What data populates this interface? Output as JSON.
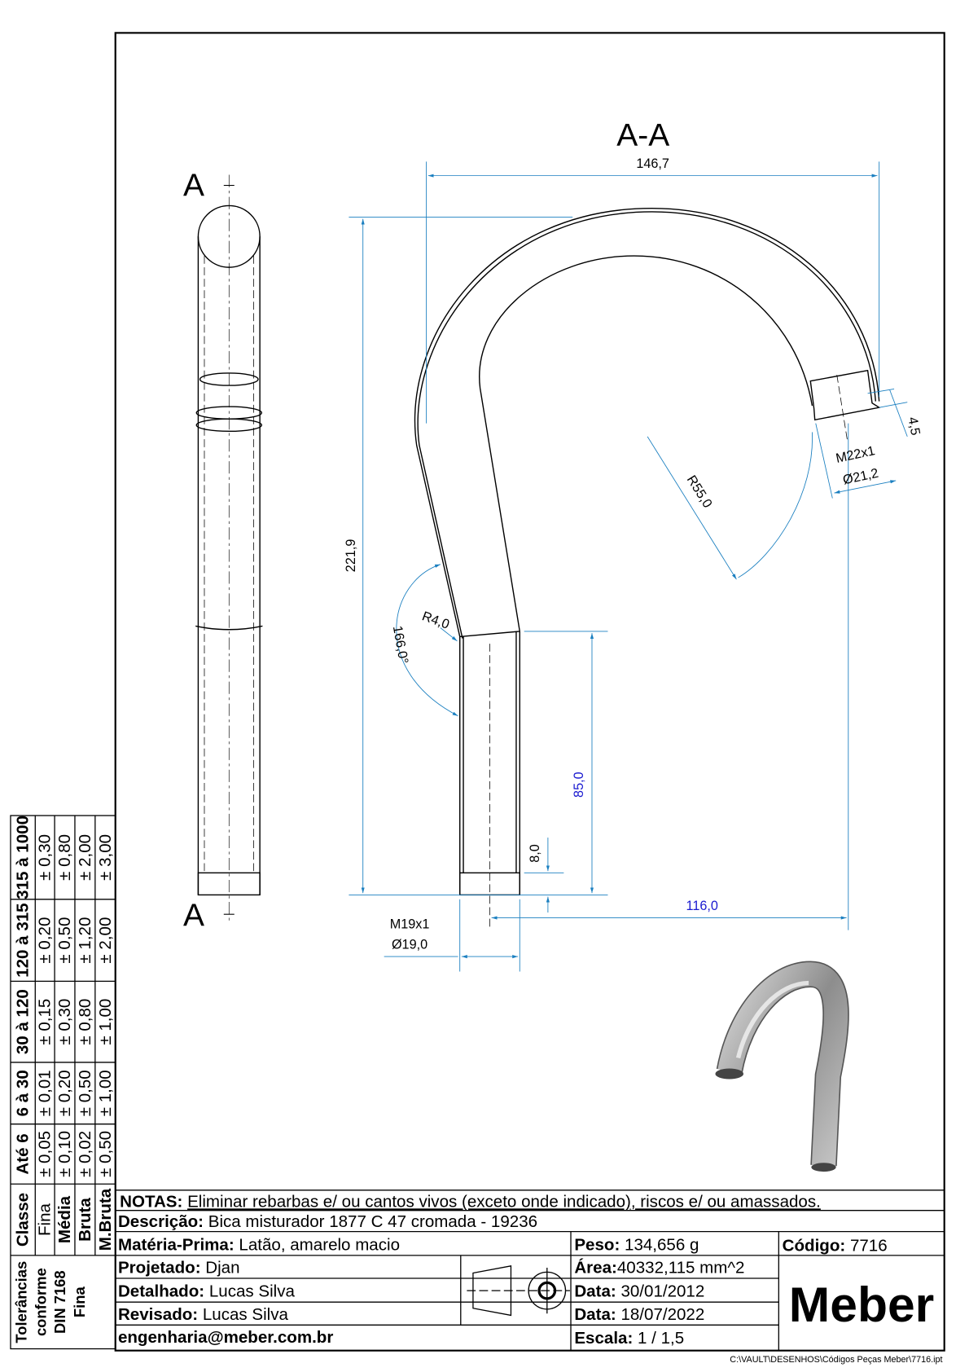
{
  "section_label": "A-A",
  "cut_marker": "A",
  "dimensions": {
    "width_total": "146,7",
    "height_total": "221,9",
    "straight_length": "85,0",
    "thread_length_bottom": "8,0",
    "offset": "116,0",
    "bottom_thread": "M19x1",
    "bottom_diameter": "Ø19,0",
    "top_thread": "M22x1",
    "top_diameter": "Ø21,2",
    "top_thread_length": "4,5",
    "bend_radius": "R55,0",
    "small_radius": "R4,0",
    "angle": "166,0°"
  },
  "tolerance_table": {
    "title_lines": [
      "Tolerâncias",
      "conforme",
      "DIN 7168",
      "Fina"
    ],
    "class_header": "Classe",
    "ranges": [
      "Até 6",
      "6 à 30",
      "30 à 120",
      "120 à 315",
      "315 à 1000"
    ],
    "rows": [
      {
        "class": "Fina",
        "values": [
          "± 0,05",
          "± 0,01",
          "± 0,15",
          "± 0,20",
          "± 0,30"
        ]
      },
      {
        "class": "Média",
        "values": [
          "± 0,10",
          "± 0,20",
          "± 0,30",
          "± 0,50",
          "± 0,80"
        ]
      },
      {
        "class": "Bruta",
        "values": [
          "± 0,02",
          "± 0,50",
          "± 0,80",
          "± 1,20",
          "± 2,00"
        ]
      },
      {
        "class": "M.Bruta",
        "values": [
          "± 0,50",
          "± 1,00",
          "± 1,00",
          "± 2,00",
          "± 3,00"
        ]
      }
    ]
  },
  "title_block": {
    "notes_label": "NOTAS:",
    "notes": "Eliminar rebarbas e/ ou cantos vivos (exceto onde indicado), riscos e/ ou amassados.",
    "description_label": "Descrição:",
    "description": "Bica misturador 1877 C 47 cromada - 19236",
    "material_label": "Matéria-Prima:",
    "material": "Latão, amarelo macio",
    "weight_label": "Peso:",
    "weight": "134,656 g",
    "code_label": "Código:",
    "code": "7716",
    "designed_label": "Projetado:",
    "designed": "Djan",
    "area_label": "Área:",
    "area": "40332,115 mm^2",
    "detailed_label": "Detalhado:",
    "detailed": "Lucas Silva",
    "date1_label": "Data:",
    "date1": "30/01/2012",
    "revised_label": "Revisado:",
    "revised": "Lucas Silva",
    "date2_label": "Data:",
    "date2": "18/07/2022",
    "email": "engenharia@meber.com.br",
    "scale_label": "Escala:",
    "scale": "1 / 1,5",
    "company": "Meber"
  },
  "file_path": "C:\\VAULT\\DESENHOS\\Códigos Peças Meber\\7716.ipt",
  "colors": {
    "dimension": "#1a7fc0",
    "highlight_dimension": "#1a1ad0",
    "render": "#9a9a9a"
  }
}
